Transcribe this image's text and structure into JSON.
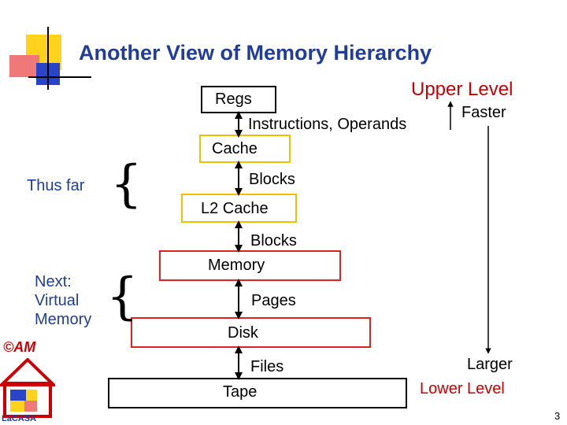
{
  "title": "Another View of Memory Hierarchy",
  "levels": {
    "regs": "Regs",
    "cache": "Cache",
    "l2cache": "L2 Cache",
    "memory": "Memory",
    "disk": "Disk",
    "tape": "Tape"
  },
  "transfers": {
    "instructions": "Instructions, Operands",
    "blocks1": "Blocks",
    "blocks2": "Blocks",
    "pages": "Pages",
    "files": "Files"
  },
  "side": {
    "upper_level": "Upper Level",
    "faster": "Faster",
    "larger": "Larger",
    "lower_level": "Lower Level"
  },
  "annotations": {
    "thus_far": "Thus far",
    "next_line1": "Next:",
    "next_line2": "Virtual",
    "next_line3": "Memory"
  },
  "logo": {
    "copyright": "©AM",
    "name": "LaCASA"
  },
  "page_number": "3",
  "colors": {
    "title": "#1f3d99",
    "cache_border": "#f0c000",
    "memory_border": "#dd2222",
    "regs_border": "#000000",
    "accent_red": "#cc0000"
  }
}
